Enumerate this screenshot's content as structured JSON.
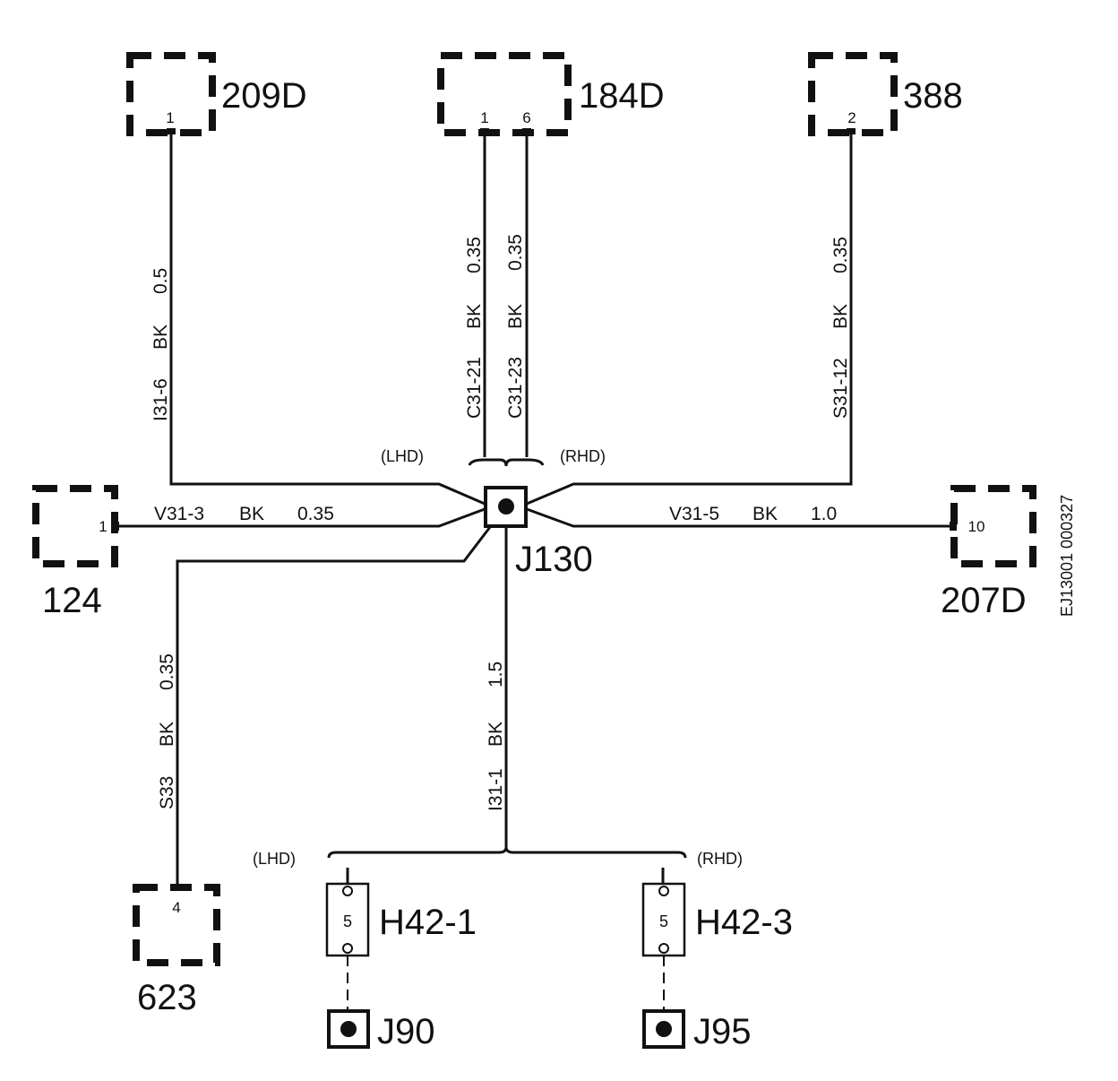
{
  "connectors": {
    "c209d": {
      "name": "209D",
      "pin": "1"
    },
    "c184d": {
      "name": "184D",
      "pin_a": "1",
      "pin_b": "6"
    },
    "c388": {
      "name": "388",
      "pin": "2"
    },
    "c124": {
      "name": "124",
      "pin": "1"
    },
    "c207d": {
      "name": "207D",
      "pin": "10"
    },
    "c623": {
      "name": "623",
      "pin": "4"
    }
  },
  "wires": {
    "w209d": {
      "circuit": "I31-6",
      "color": "BK",
      "size": "0.5"
    },
    "w184d_1": {
      "circuit": "C31-21",
      "color": "BK",
      "size": "0.35"
    },
    "w184d_6": {
      "circuit": "C31-23",
      "color": "BK",
      "size": "0.35"
    },
    "w388": {
      "circuit": "S31-12",
      "color": "BK",
      "size": "0.35"
    },
    "w124": {
      "circuit": "V31-3",
      "color": "BK",
      "size": "0.35"
    },
    "w207d": {
      "circuit": "V31-5",
      "color": "BK",
      "size": "1.0"
    },
    "w623": {
      "circuit": "S33",
      "color": "BK",
      "size": "0.35"
    },
    "wmain": {
      "circuit": "I31-1",
      "color": "BK",
      "size": "1.5"
    }
  },
  "splice": {
    "name": "J130"
  },
  "variants": {
    "lhd": "(LHD)",
    "rhd": "(RHD)"
  },
  "fuse_holders": {
    "h1": {
      "name": "H42-1",
      "pin": "5"
    },
    "h3": {
      "name": "H42-3",
      "pin": "5"
    }
  },
  "grounds": {
    "g1": "J90",
    "g2": "J95"
  },
  "figure_id": "EJ13001 000327"
}
